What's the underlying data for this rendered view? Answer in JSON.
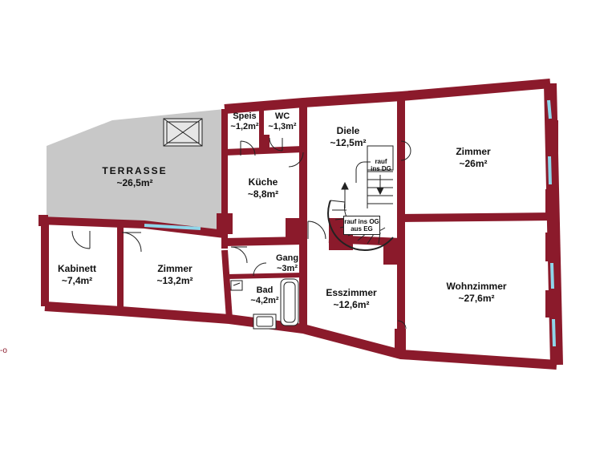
{
  "colors": {
    "wall": "#8b1a2b",
    "terrace_fill": "#c8c8c8",
    "window": "#8fd6ea",
    "floor": "#ffffff",
    "label": "#111111"
  },
  "rooms": {
    "terrasse": {
      "name": "TERRASSE",
      "area": "~26,5m²"
    },
    "speis": {
      "name": "Speis",
      "area": "~1,2m²"
    },
    "wc": {
      "name": "WC",
      "area": "~1,3m²"
    },
    "diele": {
      "name": "Diele",
      "area": "~12,5m²"
    },
    "zimmer_top": {
      "name": "Zimmer",
      "area": "~26m²"
    },
    "kueche": {
      "name": "Küche",
      "area": "~8,8m²"
    },
    "kabinett": {
      "name": "Kabinett",
      "area": "~7,4m²"
    },
    "zimmer_left": {
      "name": "Zimmer",
      "area": "~13,2m²"
    },
    "gang": {
      "name": "Gang",
      "area": "~3m²"
    },
    "bad": {
      "name": "Bad",
      "area": "~4,2m²"
    },
    "esszimmer": {
      "name": "Esszimmer",
      "area": "~12,6m²"
    },
    "wohnzimmer": {
      "name": "Wohnzimmer",
      "area": "~27,6m²"
    }
  },
  "stairs": {
    "up_dg_line1": "rauf",
    "up_dg_line2": "ins DG",
    "og_line1": "rauf ins OG",
    "og_line2": "aus EG"
  },
  "edge_marker": "-o"
}
